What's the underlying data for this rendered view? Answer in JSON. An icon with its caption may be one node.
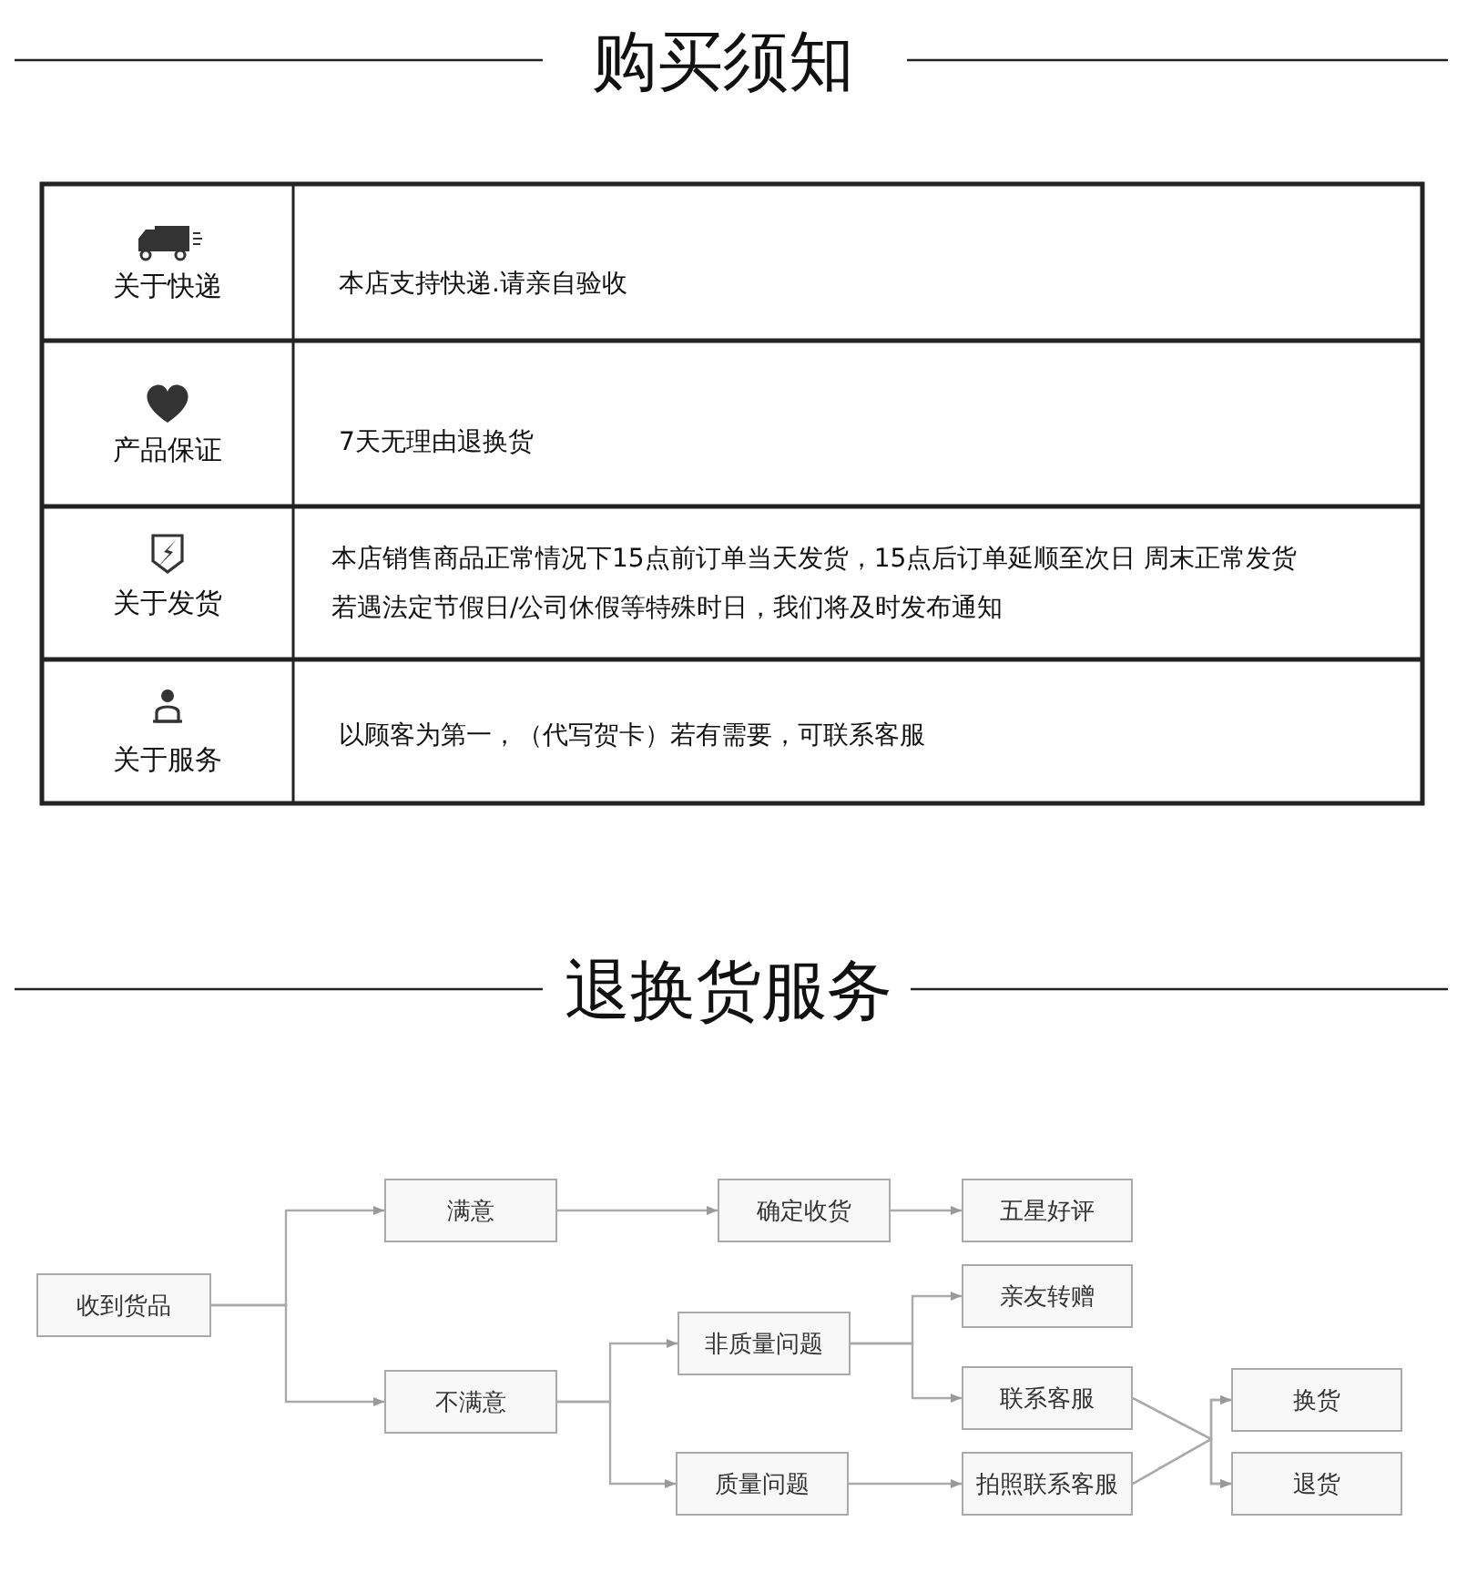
{
  "diagram": {
    "title": "购买须知",
    "nodes": [
      {
        "text": [
          "收到货品"
        ]
      },
      {
        "text": [
          "满意"
        ]
      },
      {
        "text": [
          "不满意"
        ]
      },
      {
        "text": [
          "确定收货"
        ]
      },
      {
        "text": [
          "五星好评"
        ]
      },
      {
        "text": [
          "非质量问题"
        ]
      },
      {
        "text": [
          "亲友转赠"
        ]
      },
      {
        "text": [
          "联系客服"
        ]
      },
      {
        "text": [
          "质量问题"
        ]
      },
      {
        "text": [
          "拍照联系客服"
        ]
      },
      {
        "text": [
          "换货"
        ]
      },
      {
        "text": [
          "退货"
        ]
      }
    ],
    "edges": [
      {
        "from": 0,
        "to": 1,
        "arrow": "to"
      },
      {
        "from": 0,
        "to": 2,
        "arrow": "to"
      },
      {
        "from": 1,
        "to": 3,
        "arrow": "to"
      },
      {
        "from": 3,
        "to": 4,
        "arrow": "to"
      },
      {
        "from": 2,
        "to": 5,
        "arrow": "to"
      },
      {
        "from": 2,
        "to": 8,
        "arrow": "to"
      },
      {
        "from": 5,
        "to": 6,
        "arrow": "to"
      },
      {
        "from": 5,
        "to": 7,
        "arrow": "to"
      },
      {
        "from": 8,
        "to": 9,
        "arrow": "to"
      },
      {
        "from": 7,
        "to": 10,
        "arrow": "to"
      },
      {
        "from": 7,
        "to": 11,
        "arrow": "to"
      },
      {
        "from": 9,
        "to": 10,
        "arrow": "to"
      },
      {
        "from": 9,
        "to": 11,
        "arrow": "to"
      }
    ],
    "labels": [
      "关于快递",
      "本店支持快递.请亲自验收",
      "产品保证",
      "7天无理由退换货",
      "关于发货",
      "本店销售商品正常情况下15点前订单当天发货，15点后订单延顺至次日 周末正常发货",
      "若遇法定节假日/公司休假等特殊时日，我们将及时发布通知",
      "关于服务",
      "以顾客为第一，（代写贺卡）若有需要，可联系客服",
      "退换货服务"
    ]
  }
}
